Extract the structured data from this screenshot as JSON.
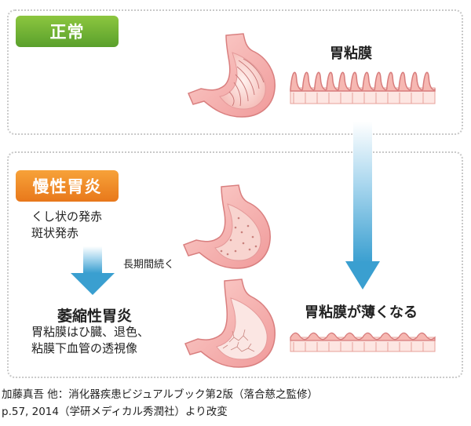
{
  "normal": {
    "badge": "正常",
    "mucosa_label": "胃粘膜"
  },
  "chronic": {
    "badge": "慢性胃炎",
    "redness_line1": "くし状の発赤",
    "redness_line2": "斑状発赤",
    "long_term": "長期間続く",
    "atrophic_title": "萎縮性胃炎",
    "atrophic_desc_line1": "胃粘膜はひ臓、退色、",
    "atrophic_desc_line2": "粘膜下血管の透視像",
    "thin_label": "胃粘膜が薄くなる"
  },
  "credit": {
    "line1": "加藤真吾 他：消化器疾患ビジュアルブック第2版（落合慈之監修）",
    "line2": "p.57, 2014（学研メディカル秀潤社）より改変"
  },
  "colors": {
    "normal_badge": "#6fb536",
    "chronic_badge": "#f08c2a",
    "arrow_blue": "#3a9fd0",
    "stomach_pink": "#f2a8a8"
  }
}
